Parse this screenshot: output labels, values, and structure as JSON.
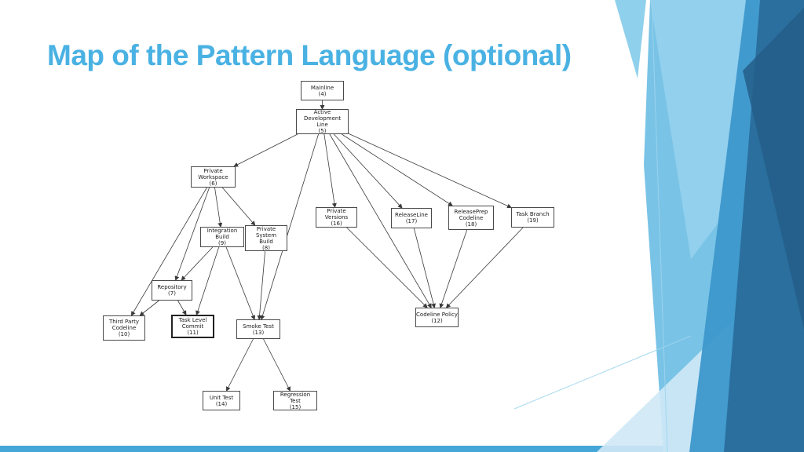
{
  "slide": {
    "title": "Map of the Pattern Language (optional)"
  },
  "theme": {
    "title_color": "#4ab2e3",
    "accent_strip": "#45a7d8",
    "shape_sliver": "#8fd0ec",
    "shape_light": "#79c3e6",
    "shape_lighter": "#9bd4ef",
    "shape_pale": "#cfe9f6",
    "shape_mid": "#3d98cc",
    "shape_dark": "#2a6f9e",
    "shape_darker": "#245e88",
    "hairline": "#9ed5ee",
    "edge_color": "#3a3a3a",
    "box_border": "#4a4a4a",
    "box_text": "#1a1a1a"
  },
  "diagram": {
    "boxes": [
      {
        "id": "mainline",
        "lines": [
          "Mainline",
          "(4)"
        ]
      },
      {
        "id": "active-dev-line",
        "lines": [
          "Active Development",
          "Line",
          "(5)"
        ]
      },
      {
        "id": "private-workspace",
        "lines": [
          "Private",
          "Workspace",
          "(6)"
        ]
      },
      {
        "id": "private-versions",
        "lines": [
          "Private Versions",
          "(16)"
        ]
      },
      {
        "id": "release-line",
        "lines": [
          "ReleaseLine",
          "(17)"
        ]
      },
      {
        "id": "release-prep",
        "lines": [
          "ReleasePrep",
          "Codeline",
          "(18)"
        ]
      },
      {
        "id": "task-branch",
        "lines": [
          "Task Branch",
          "(19)"
        ]
      },
      {
        "id": "integration-build",
        "lines": [
          "Integration Build",
          "(9)"
        ]
      },
      {
        "id": "private-system-build",
        "lines": [
          "Private System",
          "Build",
          "(8)"
        ]
      },
      {
        "id": "repository",
        "lines": [
          "Repository",
          "(7)"
        ]
      },
      {
        "id": "third-party-codeline",
        "lines": [
          "Third Party",
          "Codeline",
          "(10)"
        ]
      },
      {
        "id": "task-level-commit",
        "lines": [
          "Task Level",
          "Commit",
          "(11)"
        ],
        "emphasis": true
      },
      {
        "id": "smoke-test",
        "lines": [
          "Smoke Test",
          "(13)"
        ]
      },
      {
        "id": "codeline-policy",
        "lines": [
          "Codeline Policy",
          "(12)"
        ]
      },
      {
        "id": "unit-test",
        "lines": [
          "Unit Test",
          "(14)"
        ]
      },
      {
        "id": "regression-test",
        "lines": [
          "Regression Test",
          "(15)"
        ]
      }
    ],
    "edges": [
      [
        "mainline",
        "active-dev-line"
      ],
      [
        "active-dev-line",
        "private-workspace"
      ],
      [
        "active-dev-line",
        "private-versions"
      ],
      [
        "active-dev-line",
        "release-line"
      ],
      [
        "active-dev-line",
        "release-prep"
      ],
      [
        "active-dev-line",
        "task-branch"
      ],
      [
        "active-dev-line",
        "codeline-policy"
      ],
      [
        "active-dev-line",
        "smoke-test"
      ],
      [
        "private-workspace",
        "repository"
      ],
      [
        "private-workspace",
        "integration-build"
      ],
      [
        "private-workspace",
        "private-system-build"
      ],
      [
        "private-workspace",
        "third-party-codeline"
      ],
      [
        "integration-build",
        "repository"
      ],
      [
        "integration-build",
        "task-level-commit"
      ],
      [
        "integration-build",
        "smoke-test"
      ],
      [
        "private-system-build",
        "smoke-test"
      ],
      [
        "repository",
        "third-party-codeline"
      ],
      [
        "repository",
        "task-level-commit"
      ],
      [
        "private-versions",
        "codeline-policy"
      ],
      [
        "release-line",
        "codeline-policy"
      ],
      [
        "release-prep",
        "codeline-policy"
      ],
      [
        "task-branch",
        "codeline-policy"
      ],
      [
        "smoke-test",
        "unit-test"
      ],
      [
        "smoke-test",
        "regression-test"
      ]
    ]
  }
}
